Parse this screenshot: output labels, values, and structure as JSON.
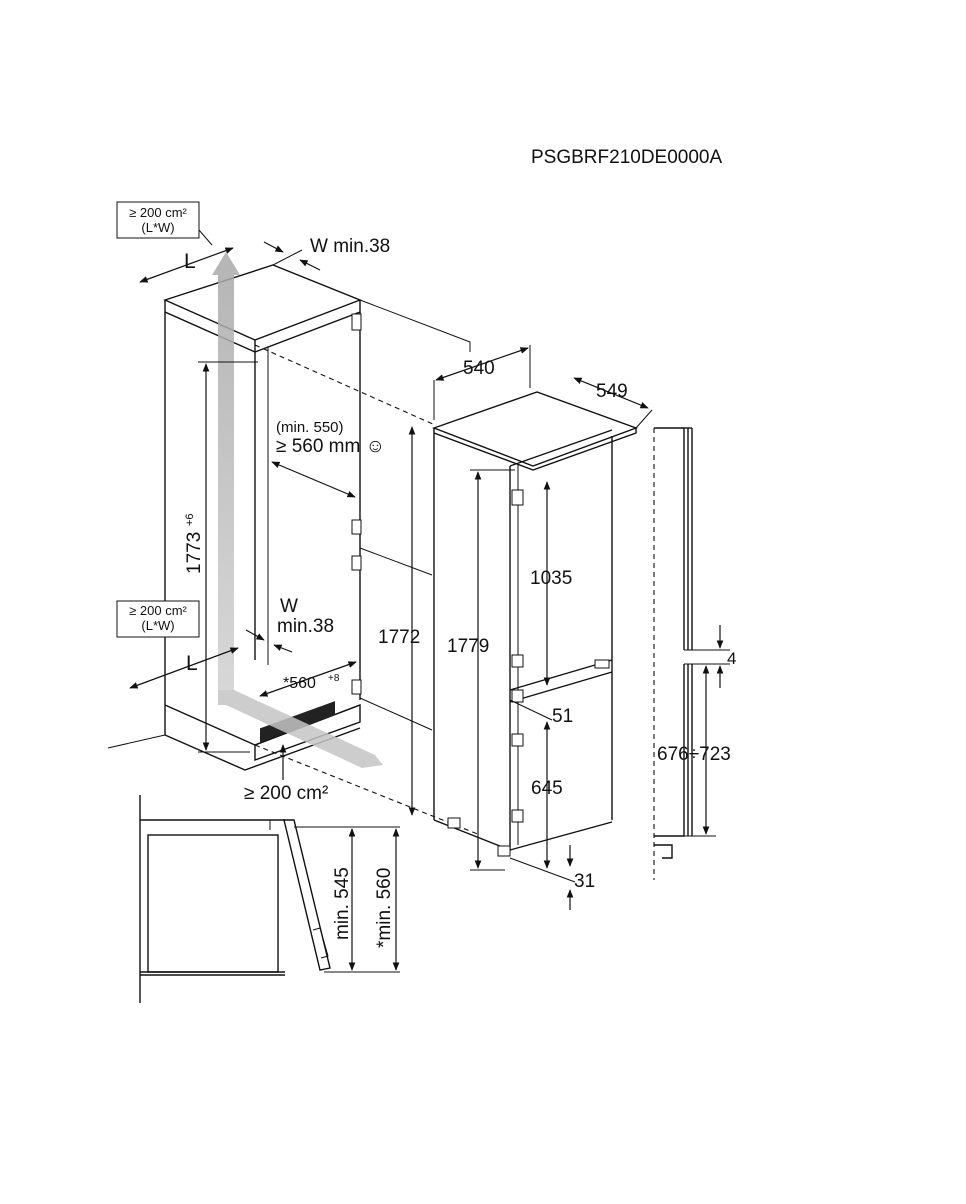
{
  "model_code": "PSGBRF210DE0000A",
  "niche": {
    "vent_top_line1": "≥ 200 cm²",
    "vent_top_line2": "(L*W)",
    "vent_bottom_line1": "≥ 200 cm²",
    "vent_bottom_line2": "(L*W)",
    "vent_floor": "≥ 200 cm²",
    "length_top": "L",
    "length_bottom": "L",
    "w_top": "W min.38",
    "w_mid_line1": "W",
    "w_mid_line2": "min.38",
    "height": "1773",
    "height_sup": "+6",
    "depth_min_line1": "(min. 550)",
    "depth_min_line2": "≥ 560 mm ☺",
    "width": "*560",
    "width_sup": "+8"
  },
  "appliance": {
    "width": "540",
    "depth": "549",
    "total_height": "1772",
    "door_height": "1779",
    "upper_door": "1035",
    "gap": "51",
    "lower_door": "645",
    "bottom": "31"
  },
  "side_profile": {
    "gap_top": "4",
    "range": "676÷723"
  },
  "top_view": {
    "min_depth_a": "min. 545",
    "min_depth_b": "*min. 560"
  }
}
